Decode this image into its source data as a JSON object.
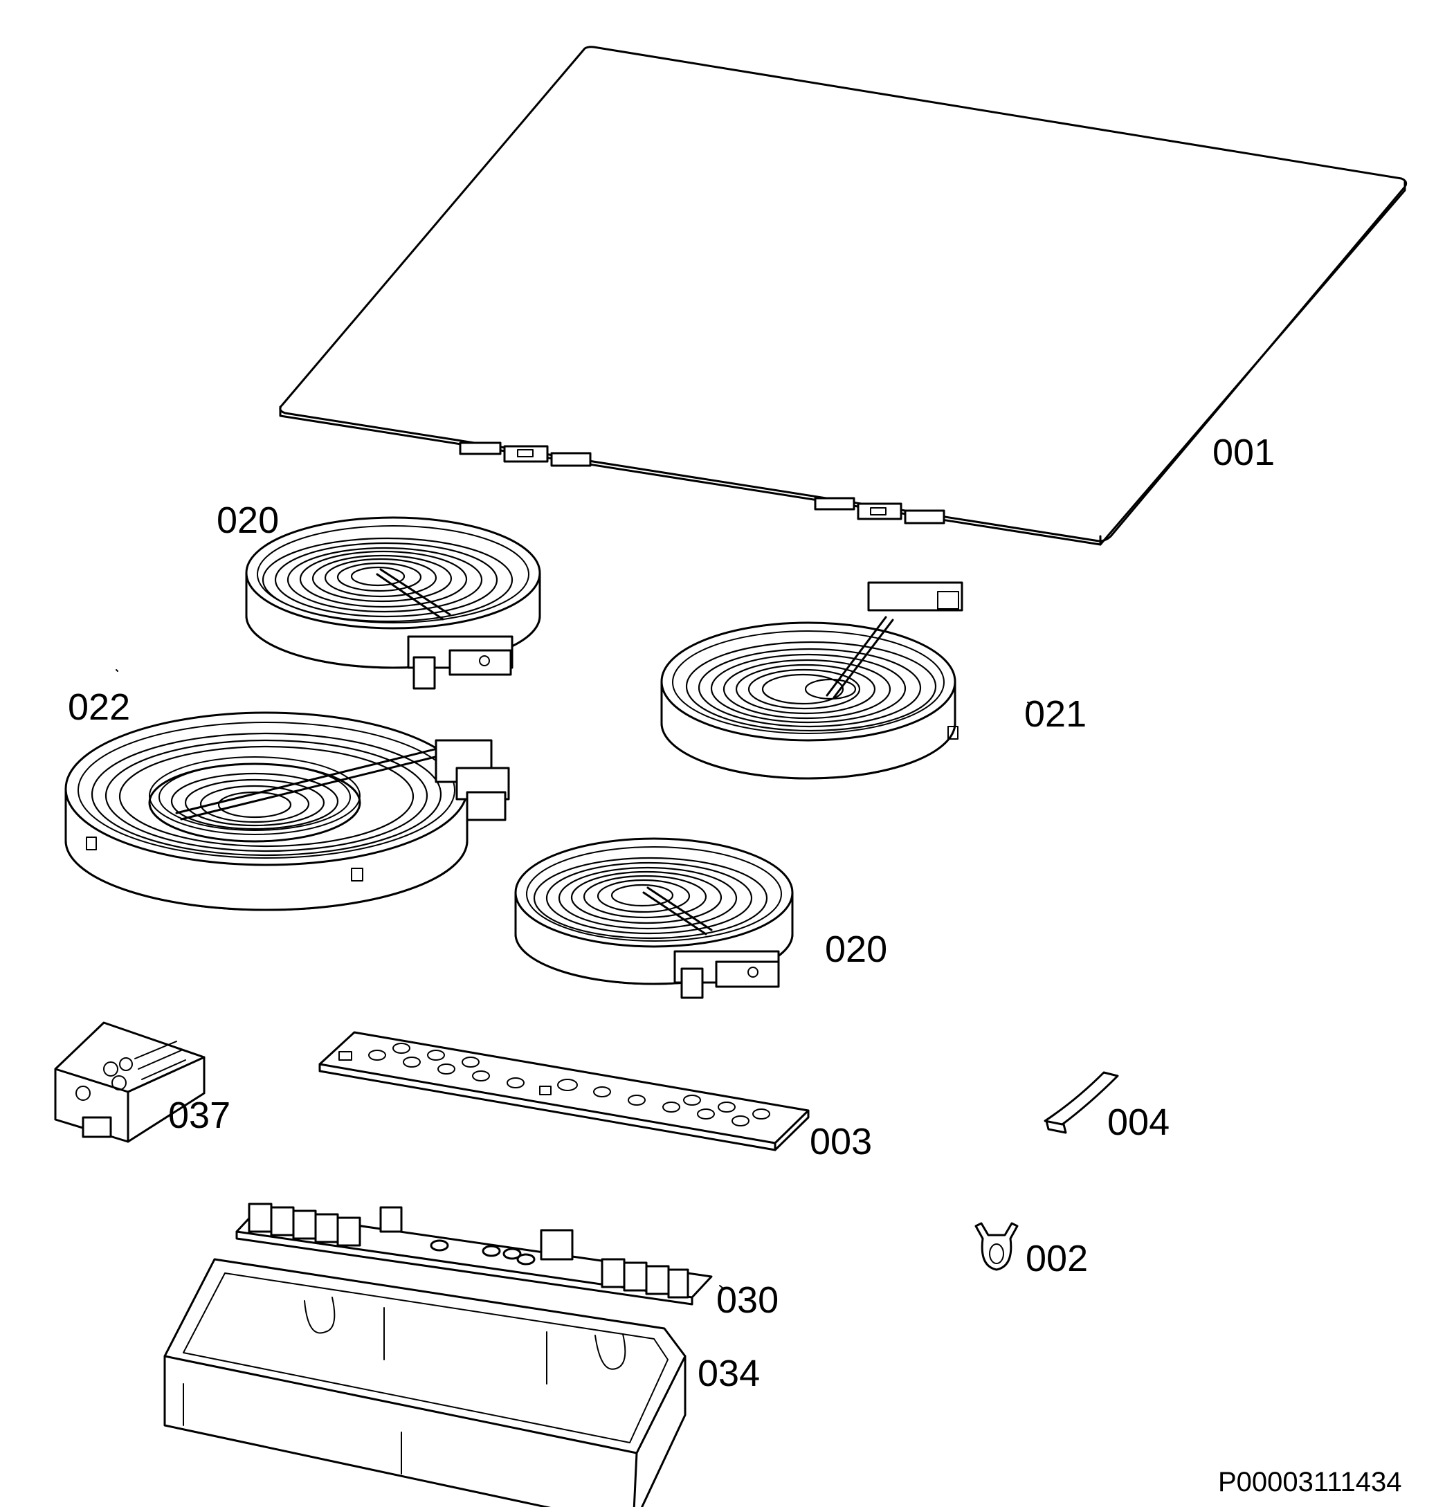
{
  "parts": [
    {
      "id": "p001",
      "label": "001",
      "name": "glass-ceramic-top"
    },
    {
      "id": "p020a",
      "label": "020",
      "name": "radiant-heater-rear-left"
    },
    {
      "id": "p021",
      "label": "021",
      "name": "radiant-heater-right"
    },
    {
      "id": "p022",
      "label": "022",
      "name": "dual-radiant-heater-left"
    },
    {
      "id": "p020b",
      "label": "020",
      "name": "radiant-heater-front"
    },
    {
      "id": "p037",
      "label": "037",
      "name": "terminal-block"
    },
    {
      "id": "p003",
      "label": "003",
      "name": "touch-control-board"
    },
    {
      "id": "p004",
      "label": "004",
      "name": "spring-clip"
    },
    {
      "id": "p002",
      "label": "002",
      "name": "bracket-clip"
    },
    {
      "id": "p030",
      "label": "030",
      "name": "power-board"
    },
    {
      "id": "p034",
      "label": "034",
      "name": "board-housing"
    }
  ],
  "document_code": "P00003111434",
  "colors": {
    "line": "#000000",
    "background": "#ffffff"
  }
}
